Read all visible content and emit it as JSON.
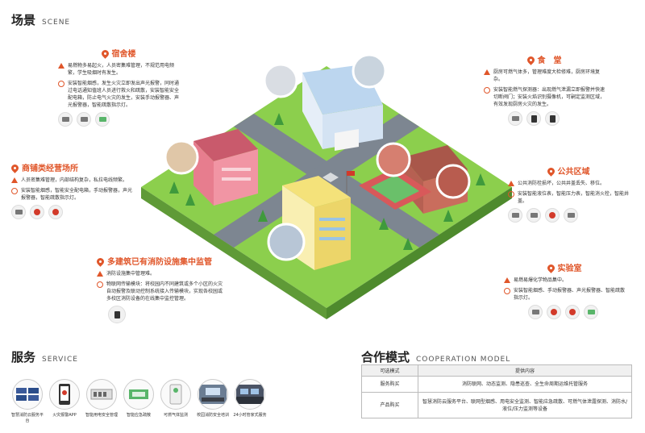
{
  "scene": {
    "title": "场景",
    "subtitle": "SCENE"
  },
  "callouts": {
    "dorm": {
      "title": "宿舍楼",
      "risk": "易燃物多易起火，人员密集难管理，不规范用电频繁，学生吸烟时有发生。",
      "solution": "安装智能烟感，发生火灾立即发出声光报警，同时通过电话通知值班人员进行救火和疏散，安装智能安全配电箱，防止电气火灾的发生，安装手动报警器、声光报警器，智能疏散指示灯。"
    },
    "canteen": {
      "title": "食　堂",
      "risk": "厨房可燃气体多，管理难度大检修难，厨房环境复杂。",
      "solution": "安装智能燃气探测器：出现燃气泄漏立即报警并快速切断阀门；安装火焰识别摄像机，可嗣定监测区域，有效发现厨房火灾的发生。"
    },
    "shop": {
      "title": "商铺类经营场所",
      "risk": "人员密集难管理，内部结构复杂，私拉电线频繁。",
      "solution": "安装智能烟感，智能安全配电箱，手动报警器，声光报警器，智能疏散指示灯。"
    },
    "public": {
      "title": "公共区域",
      "risk": "公共消防栓损坏，公共井盖丢失、移位。",
      "solution": "安装智能液位表，智能压力表，智能消火栓，智能井盖。"
    },
    "multi": {
      "title": "多建筑已有消防设施集中监管",
      "risk": "消防设施集中管理难。",
      "solution": "物联网传输模块：将校园内不同建筑或多个小区的火灾自动报警及联动控制系统接入传输模块，实现各校园或多校区消防设备的在线集中监控管理。"
    },
    "lab": {
      "title": "实验室",
      "risk": "易燃易爆化学物品集中。",
      "solution": "安装智能烟感、手动报警器、声光报警器、智能疏散指示灯。"
    }
  },
  "service": {
    "title": "服务",
    "subtitle": "SERVICE",
    "items": [
      {
        "label": "智慧消防云服务平台",
        "icon": "monitor-wall-icon"
      },
      {
        "label": "火灾报警APP",
        "icon": "phone-app-icon"
      },
      {
        "label": "智能用电安全管理",
        "icon": "power-box-icon"
      },
      {
        "label": "智能应急疏散",
        "icon": "exit-sign-icon"
      },
      {
        "label": "可燃气体监测",
        "icon": "gas-detector-icon"
      },
      {
        "label": "校园消防安全培训",
        "icon": "training-room-icon"
      },
      {
        "label": "24小时管家式服务",
        "icon": "service-desk-icon"
      }
    ]
  },
  "coop": {
    "title": "合作模式",
    "subtitle": "COOPERATION MODEL",
    "headers": [
      "可选模式",
      "提供内容"
    ],
    "rows": [
      {
        "mode": "服务购买",
        "content": "消防联网、动态监测、隐患巡查、全生命周期运维托管服务"
      },
      {
        "mode": "产品购买",
        "content": "智慧消防云服务平台、联网型烟感、用电安全监测、智能应急疏散、可燃气体泄露探测、消防水/液位/压力监测等设备"
      }
    ]
  },
  "colors": {
    "accent": "#e0562a",
    "grass": "#8ccf4d",
    "road": "#7d8691",
    "building-pink": "#e77d8e"
  }
}
